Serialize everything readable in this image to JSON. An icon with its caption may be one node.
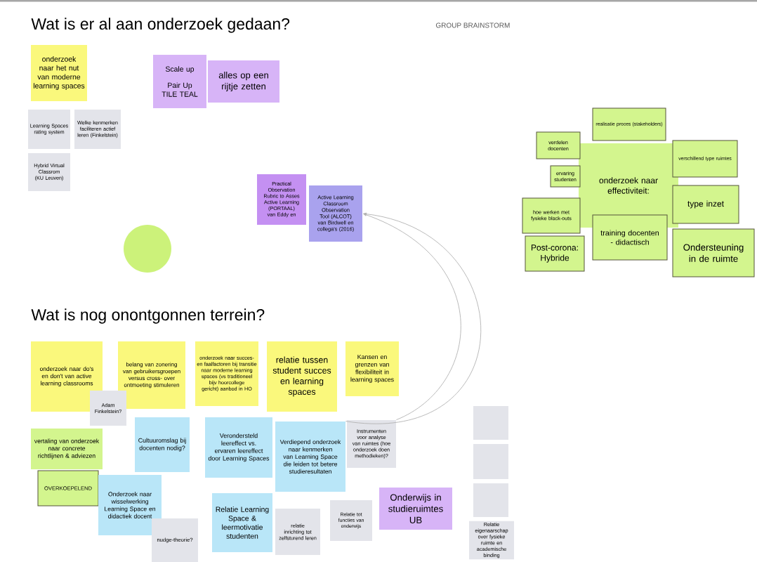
{
  "diagram": {
    "title": "Wat is er al aan onderzoek gedaan?",
    "nodes": [
      {
        "text": [
          "onderzoek naar het nut van moderne learning spaces"
        ]
      },
      {
        "text": [
          "Scale up",
          "Pair Up TILE TEAL"
        ]
      },
      {
        "text": [
          "alles op een rijtje zetten"
        ]
      },
      {
        "text": [
          "Learning Spaces rating system"
        ]
      },
      {
        "text": [
          "Welke kenmerken faciliteren actief leren (Finkelstein)"
        ]
      },
      {
        "text": [
          "Hybrid Virtual Classrom (KU Leuven)"
        ]
      },
      {
        "text": [
          "Practical Observation Rubric to Asses Active Learning (PORTAAL) van Eddy en"
        ]
      },
      {
        "text": [
          "Active Learning Classroom Observation Tool (ALCOT) van Birdwell en collega's (2016)"
        ]
      },
      {
        "text": [],
        "shape": "circle"
      },
      {
        "text": [
          "onderzoek naar effectiviteit:"
        ]
      },
      {
        "text": [
          "realisatie proces (stakeholders)"
        ]
      },
      {
        "text": [
          "verdelen docenten"
        ]
      },
      {
        "text": [
          "ervaring studenten"
        ]
      },
      {
        "text": [
          "verschillend type ruimtes"
        ]
      },
      {
        "text": [
          "type inzet"
        ]
      },
      {
        "text": [
          "hoe werken met fysieke black-outs"
        ]
      },
      {
        "text": [
          "training docenten - didactisch"
        ]
      },
      {
        "text": [
          "Post-corona: Hybride"
        ]
      },
      {
        "text": [
          "Ondersteuning in de ruimte"
        ]
      },
      {
        "text": [
          "onderzoek naar do's en don't van active learning classrooms"
        ]
      },
      {
        "text": [
          "belang van zonering van gebruikersgroepen versus cross- over ontmoeting stimuleren"
        ]
      },
      {
        "text": [
          "onderzoek naar succes- en faalfactoren bij transitie naar moderne learning spaces (vs traditioneel bijv hoorcollege gericht) aanbod in HO"
        ]
      },
      {
        "text": [
          "relatie tussen student succes en learning spaces"
        ]
      },
      {
        "text": [
          "Kansen en grenzen van flexibiliteit in learning spaces"
        ]
      },
      {
        "text": [
          "Adam Finkelstein?"
        ]
      },
      {
        "text": [
          "vertaling van onderzoek naar concrete richtlijnen & adviezen"
        ]
      },
      {
        "text": [
          "Cultuuromslag bij docenten nodig?"
        ]
      },
      {
        "text": [
          "Verondersteld leereffect vs. ervaren leereffect door Learning Spaces"
        ]
      },
      {
        "text": [
          "Verdiepend onderzoek naar kenmerken van Learning Space die leiden tot betere studieresultaten"
        ]
      },
      {
        "text": [
          "Instrumenten voor analyse van ruimtes (hoe onderzoek doen methodieken)?"
        ]
      },
      {
        "text": [
          "OVERKOEPELEND"
        ]
      },
      {
        "text": [
          "Onderzoek naar wisselwerking Learning Space en didactiek docent"
        ]
      },
      {
        "text": [
          "Relatie Learning Space & leermotivatie studenten"
        ]
      },
      {
        "text": [
          "nudge-theorie?"
        ]
      },
      {
        "text": [
          "relatie inrichting tot zelfsturend leren"
        ]
      },
      {
        "text": [
          "Relatie tot functies van onderwijs"
        ]
      },
      {
        "text": [
          "Onderwijs in studieruimtes UB"
        ]
      },
      {
        "text": [],
        "shape": "box"
      },
      {
        "text": [],
        "shape": "box"
      },
      {
        "text": [],
        "shape": "box"
      },
      {
        "text": [
          "Relatie eigenaarschap over fysieke ruimte en academische binding"
        ]
      }
    ],
    "edges": [
      {
        "from": 29,
        "to": 7,
        "arrow": "to"
      },
      {
        "from": 28,
        "to": 7,
        "arrow": "to"
      }
    ],
    "labels": [
      "GROUP BRAINSTORM",
      "Wat is nog onontgonnen terrein?"
    ]
  }
}
